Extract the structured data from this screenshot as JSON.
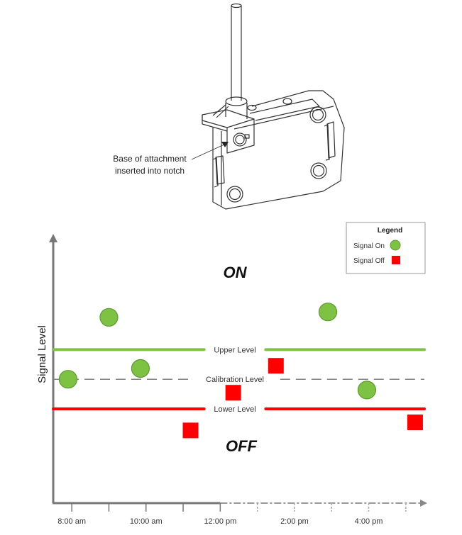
{
  "device": {
    "callout_line1": "Base of attachment",
    "callout_line2": "inserted into notch"
  },
  "chart_data": {
    "type": "scatter",
    "title": "",
    "xlabel": "",
    "ylabel": "Signal Level",
    "x_tick_labels": [
      "8:00 am",
      "10:00 am",
      "12:00 pm",
      "2:00 pm",
      "4:00 pm"
    ],
    "x_range_hours": [
      7.5,
      17.5
    ],
    "y_range": [
      0,
      10
    ],
    "region_labels": {
      "on": "ON",
      "off": "OFF"
    },
    "thresholds": [
      {
        "name": "Upper Level",
        "value": 5.7,
        "color": "#7dc242",
        "style": "solid"
      },
      {
        "name": "Calibration Level",
        "value": 4.6,
        "color": "#808080",
        "style": "dashed"
      },
      {
        "name": "Lower Level",
        "value": 3.5,
        "color": "#ff0000",
        "style": "solid"
      }
    ],
    "legend": {
      "title": "Legend",
      "position": "top-right",
      "entries": [
        {
          "label": "Signal On",
          "marker": "circle",
          "color": "#7dc242"
        },
        {
          "label": "Signal Off",
          "marker": "square",
          "color": "#ff0000"
        }
      ]
    },
    "series": [
      {
        "name": "Signal On",
        "marker": "circle",
        "color": "#7dc242",
        "points": [
          {
            "x": 7.9,
            "y": 4.6
          },
          {
            "x": 9.0,
            "y": 6.9
          },
          {
            "x": 9.85,
            "y": 5.0
          },
          {
            "x": 14.9,
            "y": 7.1
          },
          {
            "x": 15.95,
            "y": 4.2
          }
        ]
      },
      {
        "name": "Signal Off",
        "marker": "square",
        "color": "#ff0000",
        "points": [
          {
            "x": 11.2,
            "y": 2.7
          },
          {
            "x": 12.35,
            "y": 4.1
          },
          {
            "x": 13.5,
            "y": 5.1
          },
          {
            "x": 17.25,
            "y": 3.0
          }
        ]
      }
    ]
  }
}
